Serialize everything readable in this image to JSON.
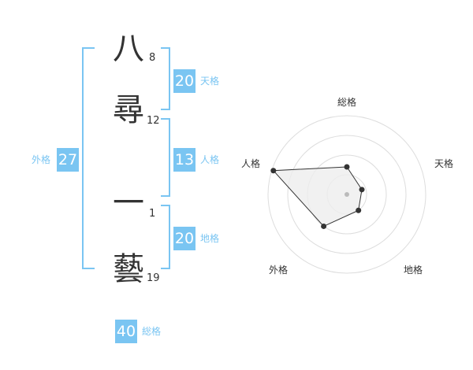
{
  "name": {
    "chars": [
      {
        "char": "八",
        "strokes": "8"
      },
      {
        "char": "尋",
        "strokes": "12"
      },
      {
        "char": "一",
        "strokes": "1"
      },
      {
        "char": "藝",
        "strokes": "19"
      }
    ]
  },
  "kakusu": {
    "tenkaku": {
      "value": "20",
      "label": "天格"
    },
    "jinkaku": {
      "value": "13",
      "label": "人格"
    },
    "chikaku": {
      "value": "20",
      "label": "地格"
    },
    "gaikaku": {
      "value": "27",
      "label": "外格"
    },
    "soukaku": {
      "value": "40",
      "label": "総格"
    }
  },
  "radar": {
    "labels": [
      "総格",
      "天格",
      "地格",
      "外格",
      "人格"
    ],
    "levels": 4,
    "values": [
      0.35,
      0.2,
      0.25,
      0.5,
      0.98
    ]
  }
}
